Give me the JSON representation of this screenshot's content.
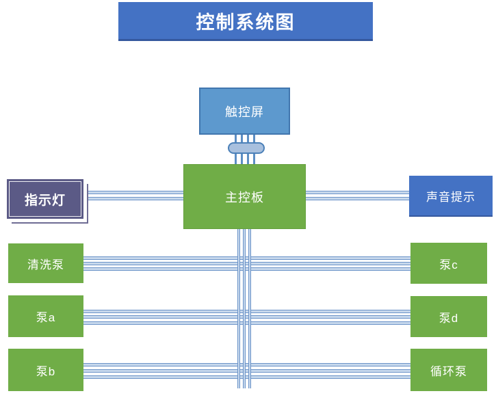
{
  "title": "控制系统图",
  "nodes": {
    "touchscreen": {
      "label": "触控屏"
    },
    "mainboard": {
      "label": "主控板"
    },
    "indicator": {
      "label": "指示灯"
    },
    "sound": {
      "label": "声音提示"
    },
    "wash_pump": {
      "label": "清洗泵"
    },
    "pump_a": {
      "label": "泵a"
    },
    "pump_b": {
      "label": "泵b"
    },
    "pump_c": {
      "label": "泵c"
    },
    "pump_d": {
      "label": "泵d"
    },
    "circ_pump": {
      "label": "循环泵"
    }
  },
  "colors": {
    "title_bg": "#4472C4",
    "blue_node": "#4472C4",
    "light_blue_node": "#5D99CE",
    "green_node": "#70AD47",
    "purple_node": "#5B5A86",
    "connector_pill_fill": "#A8C0DE",
    "connector_pill_border": "#4B80B8",
    "wire_edge": "#6B93C8",
    "wire_fill": "#C7D8EC",
    "text": "#FFFFFF"
  }
}
